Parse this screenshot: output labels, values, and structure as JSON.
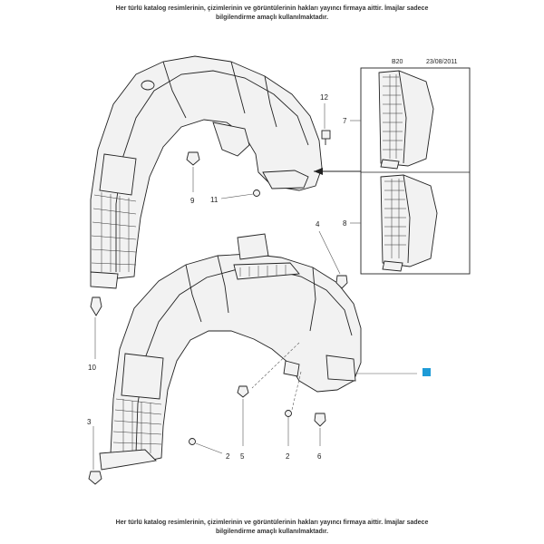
{
  "disclaimer": {
    "top_line1": "Her türlü katalog resimlerinin, çizimlerinin ve görüntülerinin hakları yayıncı firmaya aittir. İmajlar sadece",
    "top_line2": "bilgilendirme amaçlı kullanılmaktadır.",
    "bottom_line1": "Her türlü katalog resimlerinin, çizimlerinin ve görüntülerinin hakları yayıncı firmaya aittir. İmajlar sadece",
    "bottom_line2": "bilgilendirme amaçlı kullanılmaktadır."
  },
  "reference": {
    "code": "B20",
    "date": "23/08/2011"
  },
  "callouts": {
    "c12": "12",
    "c9": "9",
    "c11": "11",
    "c10": "10",
    "c4": "4",
    "c7": "7",
    "c8": "8",
    "c3": "3",
    "c2a": "2",
    "c5": "5",
    "c2b": "2",
    "c6": "6"
  },
  "colors": {
    "line": "#222222",
    "marker": "#1e9bd7"
  }
}
